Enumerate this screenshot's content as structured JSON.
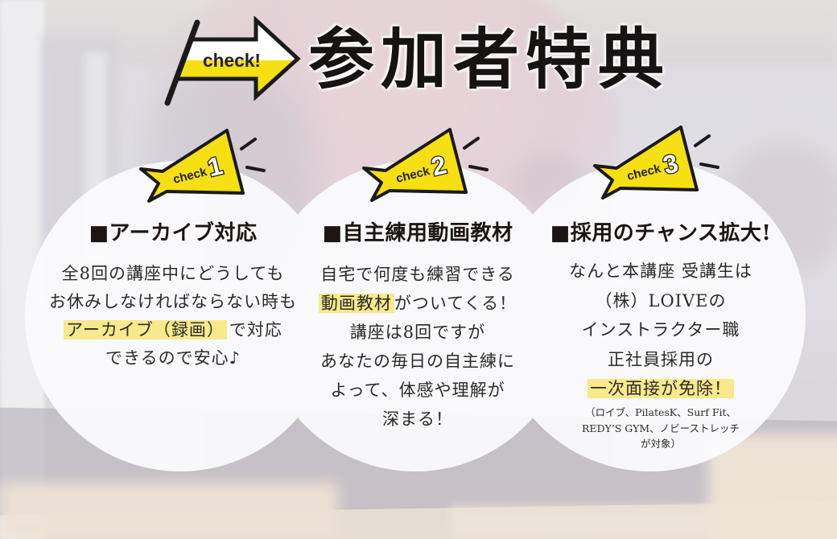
{
  "colors": {
    "badge-yellow": "#f6df13",
    "highlight": "#f8e98c",
    "text": "#2a2a2a",
    "outline": "#1a1a1a"
  },
  "header": {
    "arrow_label": "check!",
    "title": "参加者特典"
  },
  "benefits": [
    {
      "badge": {
        "label": "check",
        "number": "1"
      },
      "title": "■アーカイブ対応",
      "lines": [
        {
          "text": "全8回の講座中にどうしても"
        },
        {
          "text": "お休みしなければならない時も"
        },
        {
          "highlight": "アーカイブ（録画）",
          "text": "で対応"
        },
        {
          "text": "できるので安心♪"
        }
      ]
    },
    {
      "badge": {
        "label": "check",
        "number": "2"
      },
      "title": "■自主練用動画教材",
      "lines": [
        {
          "text": "自宅で何度も練習できる"
        },
        {
          "highlight": "動画教材",
          "text": "がついてくる！"
        },
        {
          "text": "講座は8回ですが"
        },
        {
          "text": "あなたの毎日の自主練に"
        },
        {
          "text": "よって、体感や理解が"
        },
        {
          "text": "深まる！"
        }
      ]
    },
    {
      "badge": {
        "label": "check",
        "number": "3"
      },
      "title": "■採用のチャンス拡大!",
      "lines": [
        {
          "text": "なんと本講座 受講生は"
        },
        {
          "text": "（株）LOIVEの"
        },
        {
          "text": "インストラクター職"
        },
        {
          "text": "正社員採用の"
        },
        {
          "highlight": "一次面接が免除！"
        }
      ],
      "note_lines": [
        "（ロイブ、PilatesK、Surf Fit、",
        "REDY’S GYM、ノビーストレッチ",
        "が対象）"
      ]
    }
  ]
}
